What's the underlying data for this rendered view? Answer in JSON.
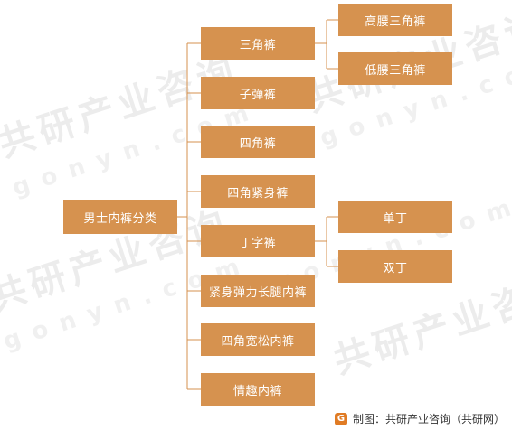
{
  "diagram": {
    "root": "男士内裤分类",
    "categories": [
      {
        "label": "三角裤",
        "children": [
          "高腰三角裤",
          "低腰三角裤"
        ]
      },
      {
        "label": "子弹裤"
      },
      {
        "label": "四角裤"
      },
      {
        "label": "四角紧身裤"
      },
      {
        "label": "丁字裤",
        "children": [
          "单丁",
          "双丁"
        ]
      },
      {
        "label": "紧身弹力长腿内裤"
      },
      {
        "label": "四角宽松内裤"
      },
      {
        "label": "情趣内裤"
      }
    ]
  },
  "watermark": {
    "brand": "共研产业咨询",
    "url": "gonyn.com"
  },
  "footer": {
    "source": "制图：共研产业咨询（共研网）",
    "logo_icon": "gonyn-logo-icon"
  },
  "colors": {
    "box_fill": "#d6924f",
    "box_text": "#ffffff",
    "connector": "#d6924f"
  }
}
